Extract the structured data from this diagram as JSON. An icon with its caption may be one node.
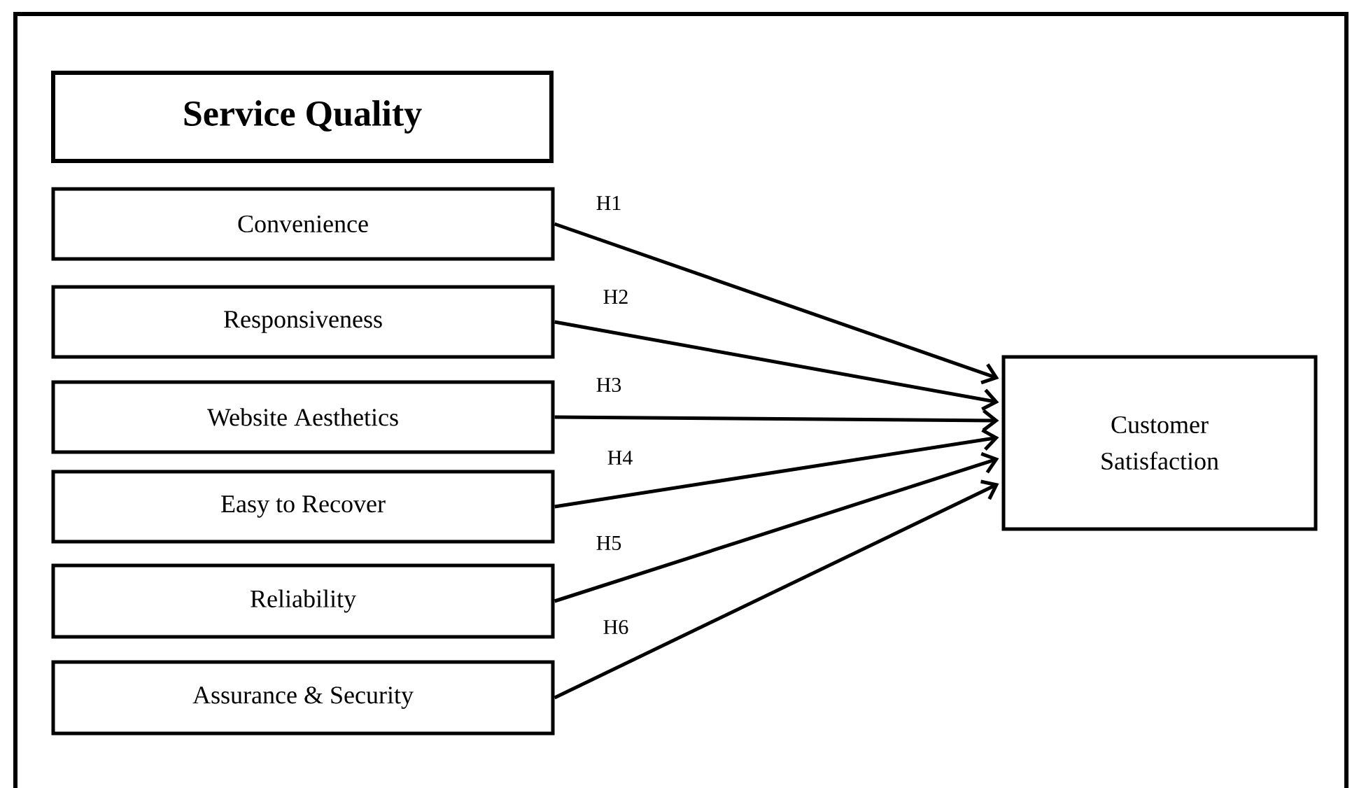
{
  "diagram": {
    "nodes": [
      {
        "text": [
          "Service Quality"
        ]
      },
      {
        "text": [
          "Convenience"
        ]
      },
      {
        "text": [
          "Responsiveness"
        ]
      },
      {
        "text": [
          "Website Aesthetics"
        ]
      },
      {
        "text": [
          "Easy to Recover"
        ]
      },
      {
        "text": [
          "Reliability"
        ]
      },
      {
        "text": [
          "Assurance & Security"
        ]
      },
      {
        "text": [
          "Customer Satisfaction"
        ]
      }
    ],
    "edges": [
      {
        "from": 1,
        "to": 7,
        "arrow": "to",
        "label": "H1"
      },
      {
        "from": 2,
        "to": 7,
        "arrow": "to",
        "label": "H2"
      },
      {
        "from": 3,
        "to": 7,
        "arrow": "to",
        "label": "H3"
      },
      {
        "from": 4,
        "to": 7,
        "arrow": "to",
        "label": "H4"
      },
      {
        "from": 5,
        "to": 7,
        "arrow": "to",
        "label": "H5"
      },
      {
        "from": 6,
        "to": 7,
        "arrow": "to",
        "label": "H6"
      }
    ]
  }
}
